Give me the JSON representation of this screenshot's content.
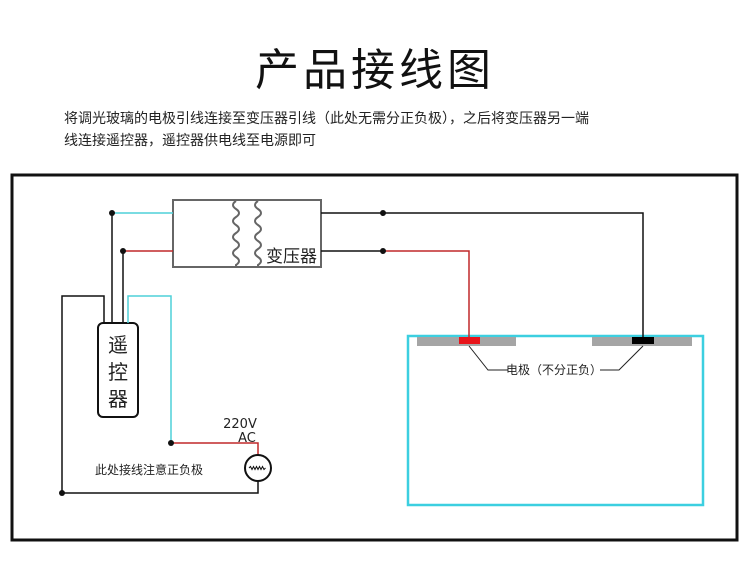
{
  "title": "产品接线图",
  "description": {
    "line1": "将调光玻璃的电极引线连接至变压器引线（此处无需分正负极），之后将变压器另一端",
    "line2": "线连接遥控器，遥控器供电线至电源即可"
  },
  "diagram": {
    "transformer_label": "变压器",
    "remote_label": [
      "遥",
      "控",
      "器"
    ],
    "power_label_line1": "220V",
    "power_label_line2": "AC",
    "polarity_note": "此处接线注意正负极",
    "electrode_label": "电极（不分正负）",
    "colors": {
      "frame": "#111111",
      "wire_black": "#111111",
      "wire_teal": "#4fd1d9",
      "wire_red": "#c0282a",
      "glass_border": "#3ccfe0",
      "electrode_bar": "#a5a5a5",
      "electrode_red": "#e8141a",
      "electrode_black": "#000000",
      "transformer_border": "#666666"
    }
  }
}
